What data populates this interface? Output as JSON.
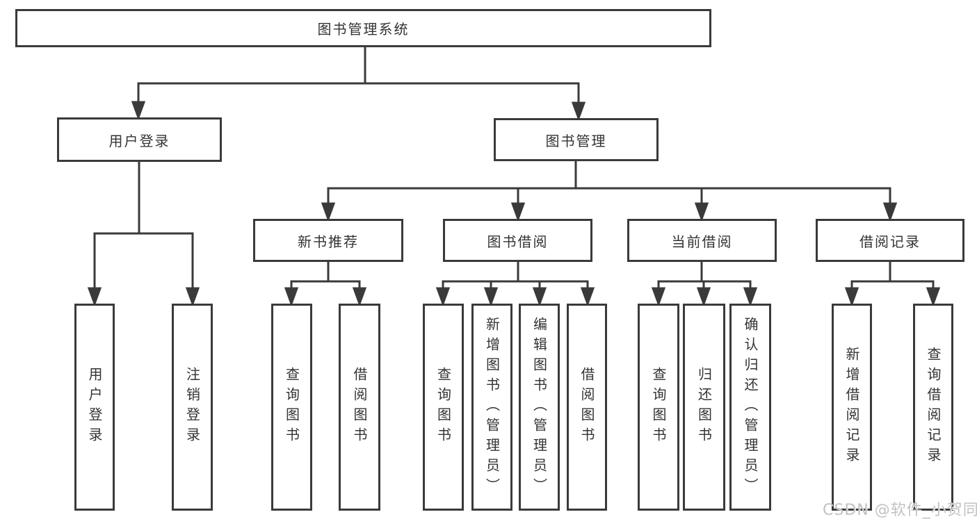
{
  "tree": {
    "root": "图书管理系统",
    "children": [
      {
        "label": "用户登录",
        "children": [
          {
            "label": "用户登录"
          },
          {
            "label": "注销登录"
          }
        ]
      },
      {
        "label": "图书管理",
        "children": [
          {
            "label": "新书推荐",
            "children": [
              {
                "label": "查询图书"
              },
              {
                "label": "借阅图书"
              }
            ]
          },
          {
            "label": "图书借阅",
            "children": [
              {
                "label": "查询图书"
              },
              {
                "label": "新增图书（管理员）"
              },
              {
                "label": "编辑图书（管理员）"
              },
              {
                "label": "借阅图书"
              }
            ]
          },
          {
            "label": "当前借阅",
            "children": [
              {
                "label": "查询图书"
              },
              {
                "label": "归还图书"
              },
              {
                "label": "确认归还（管理员）"
              }
            ]
          },
          {
            "label": "借阅记录",
            "children": [
              {
                "label": "新增借阅记录"
              },
              {
                "label": "查询借阅记录"
              }
            ]
          }
        ]
      }
    ]
  },
  "watermark": {
    "text": "CSDN @软件_小贺同学"
  },
  "colors": {
    "line": "#3a3a3a",
    "text": "#333333",
    "background": "#ffffff",
    "watermark": "#c2c2c2"
  }
}
